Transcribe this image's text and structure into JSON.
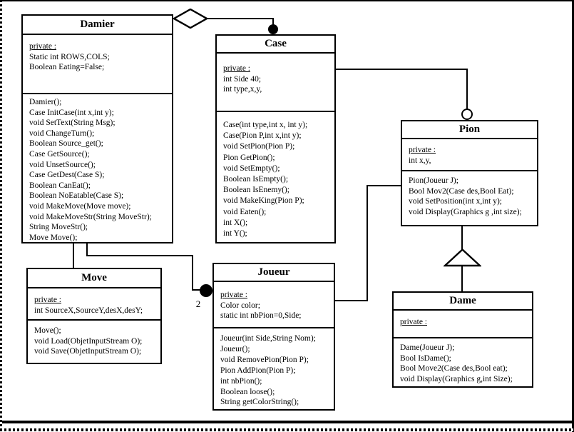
{
  "colors": {
    "line": "#000000",
    "background": "#ffffff"
  },
  "diagram": {
    "classes": [
      {
        "id": "damier",
        "title": "Damier",
        "private_label": "private :",
        "attributes": [
          "Static int ROWS,COLS;",
          "Boolean Eating=False;"
        ],
        "methods": [
          "Damier();",
          "Case InitCase(int x,int y);",
          "void SetText(String Msg);",
          "void ChangeTurn();",
          "Boolean Source_get();",
          "Case GetSource();",
          "void UnsetSource();",
          "Case GetDest(Case S);",
          "Boolean CanEat();",
          "Boolean NoEatable(Case S);",
          "void MakeMove(Move move);",
          "void MakeMoveStr(String MoveStr);",
          "String MoveStr();",
          "Move Move();"
        ]
      },
      {
        "id": "case",
        "title": "Case",
        "private_label": "private :",
        "attributes": [
          "int Side 40;",
          "int type,x,y,"
        ],
        "methods": [
          "Case(int type,int x, int y);",
          "Case(Pion P,int x,int y);",
          "void SetPion(Pion P);",
          "Pion GetPion();",
          "void SetEmpty();",
          "Boolean IsEmpty();",
          "Boolean IsEnemy();",
          "void MakeKing(Pion P);",
          "void Eaten();",
          "int X();",
          "int Y();"
        ]
      },
      {
        "id": "pion",
        "title": "Pion",
        "private_label": "private :",
        "attributes": [
          "int x,y,"
        ],
        "methods": [
          "Pion(Joueur J);",
          "Bool Mov2(Case des,Bool Eat);",
          "void SetPosition(int x,int y);",
          "void Display(Graphics g ,int size);"
        ]
      },
      {
        "id": "move",
        "title": "Move",
        "private_label": "private :",
        "attributes": [
          "int SourceX,SourceY,desX,desY;"
        ],
        "methods": [
          "Move();",
          "void Load(ObjetInputStream O);",
          "void Save(ObjetInputStream O);"
        ]
      },
      {
        "id": "joueur",
        "title": "Joueur",
        "private_label": "private :",
        "attributes": [
          "Color color;",
          "static int nbPion=0,Side;"
        ],
        "methods": [
          "Joueur(int Side,String Nom);",
          "Joueur();",
          "void RemovePion(Pion P);",
          "Pion AddPion(Pion P);",
          "int nbPion();",
          "Boolean loose();",
          "String getColorString();"
        ]
      },
      {
        "id": "dame",
        "title": "Dame",
        "private_label": "private :",
        "attributes": [],
        "methods": [
          "Dame(Joueur J);",
          "Bool IsDame();",
          "Bool Move2(Case des,Bool eat);",
          "void Display(Graphics g,int Size);"
        ]
      }
    ],
    "relations": [
      {
        "from": "Damier",
        "to": "Case",
        "type": "aggregation (hollow diamond at Damier, filled ball at Case)"
      },
      {
        "from": "Case",
        "to": "Pion",
        "type": "association (hollow circle at Pion)"
      },
      {
        "from": "Pion",
        "to": "Joueur",
        "type": "association"
      },
      {
        "from": "Damier",
        "to": "Move",
        "type": "association"
      },
      {
        "from": "Damier",
        "to": "Joueur",
        "type": "association (filled ball at Joueur)",
        "multiplicity": "2"
      },
      {
        "from": "Dame",
        "to": "Pion",
        "type": "inheritance (hollow triangle toward Pion)"
      }
    ],
    "labels": {
      "joueur_multiplicity": "2"
    }
  }
}
